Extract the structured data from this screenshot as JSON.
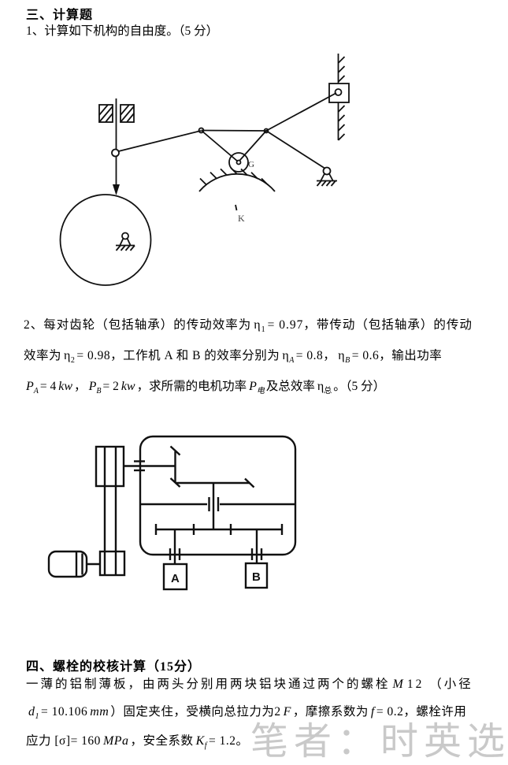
{
  "page": {
    "background": "#ffffff",
    "ink": "#000000",
    "watermark_color": "#c9c9c9"
  },
  "section3": {
    "heading": "三、计算题",
    "q1": "1、计算如下机构的自由度。（5 分）",
    "q2_lines": [
      [
        {
          "t": "2、每对齿轮（包括轴承）的传动效率为"
        },
        {
          "v": "η",
          "s": "1"
        },
        {
          "t": "= 0.97，带传动（包括轴承）的传动"
        }
      ],
      [
        {
          "t": "效率为"
        },
        {
          "v": "η",
          "s": "2"
        },
        {
          "t": "= 0.98，工作机 A 和 B 的效率分别为"
        },
        {
          "v": "η",
          "s": "A",
          "si": true
        },
        {
          "t": "= 0.8，"
        },
        {
          "v": "η",
          "s": "B",
          "si": true
        },
        {
          "t": "= 0.6，输出功率"
        }
      ],
      [
        {
          "v": "P",
          "i": true,
          "s": "A",
          "si": true
        },
        {
          "t": "= 4"
        },
        {
          "v": "kw",
          "i": true
        },
        {
          "t": "，"
        },
        {
          "v": "P",
          "i": true,
          "s": "B",
          "si": true
        },
        {
          "t": "= 2"
        },
        {
          "v": "kw",
          "i": true
        },
        {
          "t": "，求所需的电机功率"
        },
        {
          "v": "P",
          "i": true,
          "s": "电"
        },
        {
          "t": "及总效率"
        },
        {
          "v": "η",
          "s": "总"
        },
        {
          "t": "。（5 分）"
        }
      ]
    ]
  },
  "mechanism_diagram": {
    "label_g": "G",
    "label_k": "K"
  },
  "transmission_diagram": {
    "label_a": "A",
    "label_b": "B"
  },
  "section4": {
    "heading": "四、螺栓的校核计算（15分）",
    "lines": [
      [
        {
          "t": "一薄的铝制薄板，由两头分别用两块铝块通过两个的螺栓"
        },
        {
          "v": "M",
          "i": true
        },
        {
          "t": "12 （小径"
        }
      ],
      [
        {
          "v": "d",
          "i": true,
          "s": "1"
        },
        {
          "t": "= 10.106"
        },
        {
          "v": "mm",
          "i": true
        },
        {
          "t": "）固定夹住，受横向总拉力为2"
        },
        {
          "v": "F",
          "i": true
        },
        {
          "t": "，摩擦系数为"
        },
        {
          "v": "f",
          "i": true
        },
        {
          "t": "= 0.2，螺栓许用"
        }
      ],
      [
        {
          "t": "应力 [σ]"
        },
        {
          "t": "= 160"
        },
        {
          "v": "MPa",
          "i": true
        },
        {
          "t": "，安全系数"
        },
        {
          "v": "K",
          "i": true,
          "s": "f",
          "si": true
        },
        {
          "t": "= 1.2。"
        }
      ]
    ]
  },
  "watermark": "笔者：时英选"
}
